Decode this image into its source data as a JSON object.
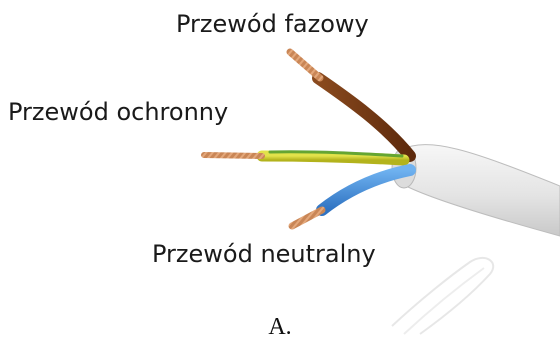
{
  "labels": {
    "phase_wire": "Przewód fazowy",
    "protective_wire": "Przewód ochronny",
    "neutral_wire": "Przewód neutralny"
  },
  "caption": "A.",
  "colors": {
    "phase_insulation": "#7a3a14",
    "protective_insulation_yellow": "#cfcf2a",
    "protective_insulation_green": "#4f9a2e",
    "neutral_insulation": "#3a86d6",
    "copper": "#c8825a",
    "cable_sheath": "#e6e6e6",
    "watermark": "#d8d8d8"
  }
}
